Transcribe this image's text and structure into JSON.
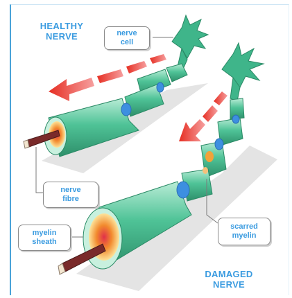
{
  "headings": {
    "healthy": [
      "HEALTHY",
      "NERVE"
    ],
    "damaged": [
      "DAMAGED",
      "NERVE"
    ]
  },
  "labels": {
    "nerve_cell": [
      "nerve",
      "cell"
    ],
    "nerve_fibre": [
      "nerve",
      "fibre"
    ],
    "myelin_sheath": [
      "myelin",
      "sheath"
    ],
    "scarred_myelin": [
      "scarred",
      "myelin"
    ]
  },
  "colors": {
    "accent_text": "#3a9be0",
    "nerve_green": "#3fb58a",
    "node_blue": "#3d8fe0",
    "arrow_red": "#e63a2e",
    "core_orange": "#f2a23a"
  }
}
